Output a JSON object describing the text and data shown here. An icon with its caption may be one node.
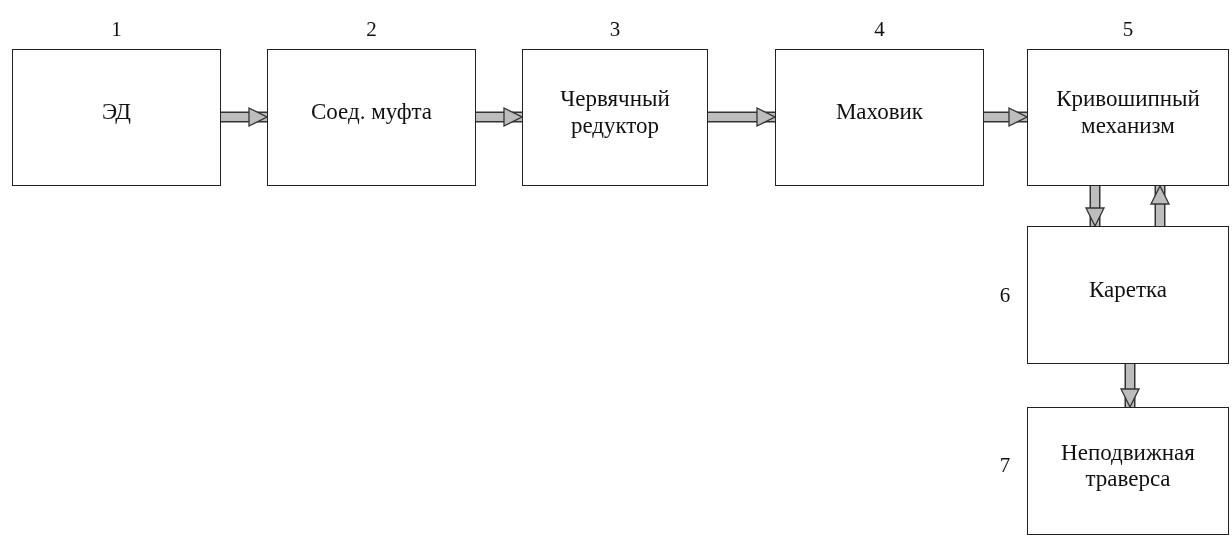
{
  "diagram": {
    "nodes": [
      {
        "text": [
          "ЭД"
        ],
        "beside": [
          "1"
        ]
      },
      {
        "text": [
          "Соед. муфта"
        ],
        "beside": [
          "2"
        ]
      },
      {
        "text": [
          "Червячный редуктор"
        ],
        "beside": [
          "3"
        ]
      },
      {
        "text": [
          "Маховик"
        ],
        "beside": [
          "4"
        ]
      },
      {
        "text": [
          "Кривошипный механизм"
        ],
        "beside": [
          "5"
        ]
      },
      {
        "text": [
          "Каретка"
        ],
        "beside": [
          "6"
        ]
      },
      {
        "text": [
          "Неподвижная траверса"
        ],
        "beside": [
          "7"
        ]
      }
    ],
    "edges": [
      {
        "from": 0,
        "to": 1,
        "arrow": "to"
      },
      {
        "from": 1,
        "to": 2,
        "arrow": "to"
      },
      {
        "from": 2,
        "to": 3,
        "arrow": "to"
      },
      {
        "from": 3,
        "to": 4,
        "arrow": "to"
      },
      {
        "from": 4,
        "to": 5,
        "arrow": "to"
      },
      {
        "from": 5,
        "to": 4,
        "arrow": "to"
      },
      {
        "from": 5,
        "to": 6,
        "arrow": "to"
      }
    ]
  }
}
